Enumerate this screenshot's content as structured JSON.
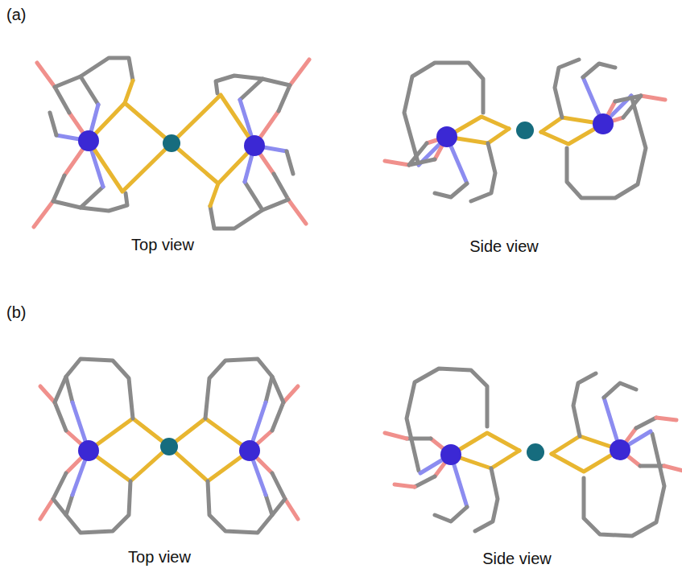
{
  "diagram": {
    "labels": [
      "(a)",
      "Top view",
      "Side view",
      "(b)",
      "Top view",
      "Side view"
    ]
  }
}
